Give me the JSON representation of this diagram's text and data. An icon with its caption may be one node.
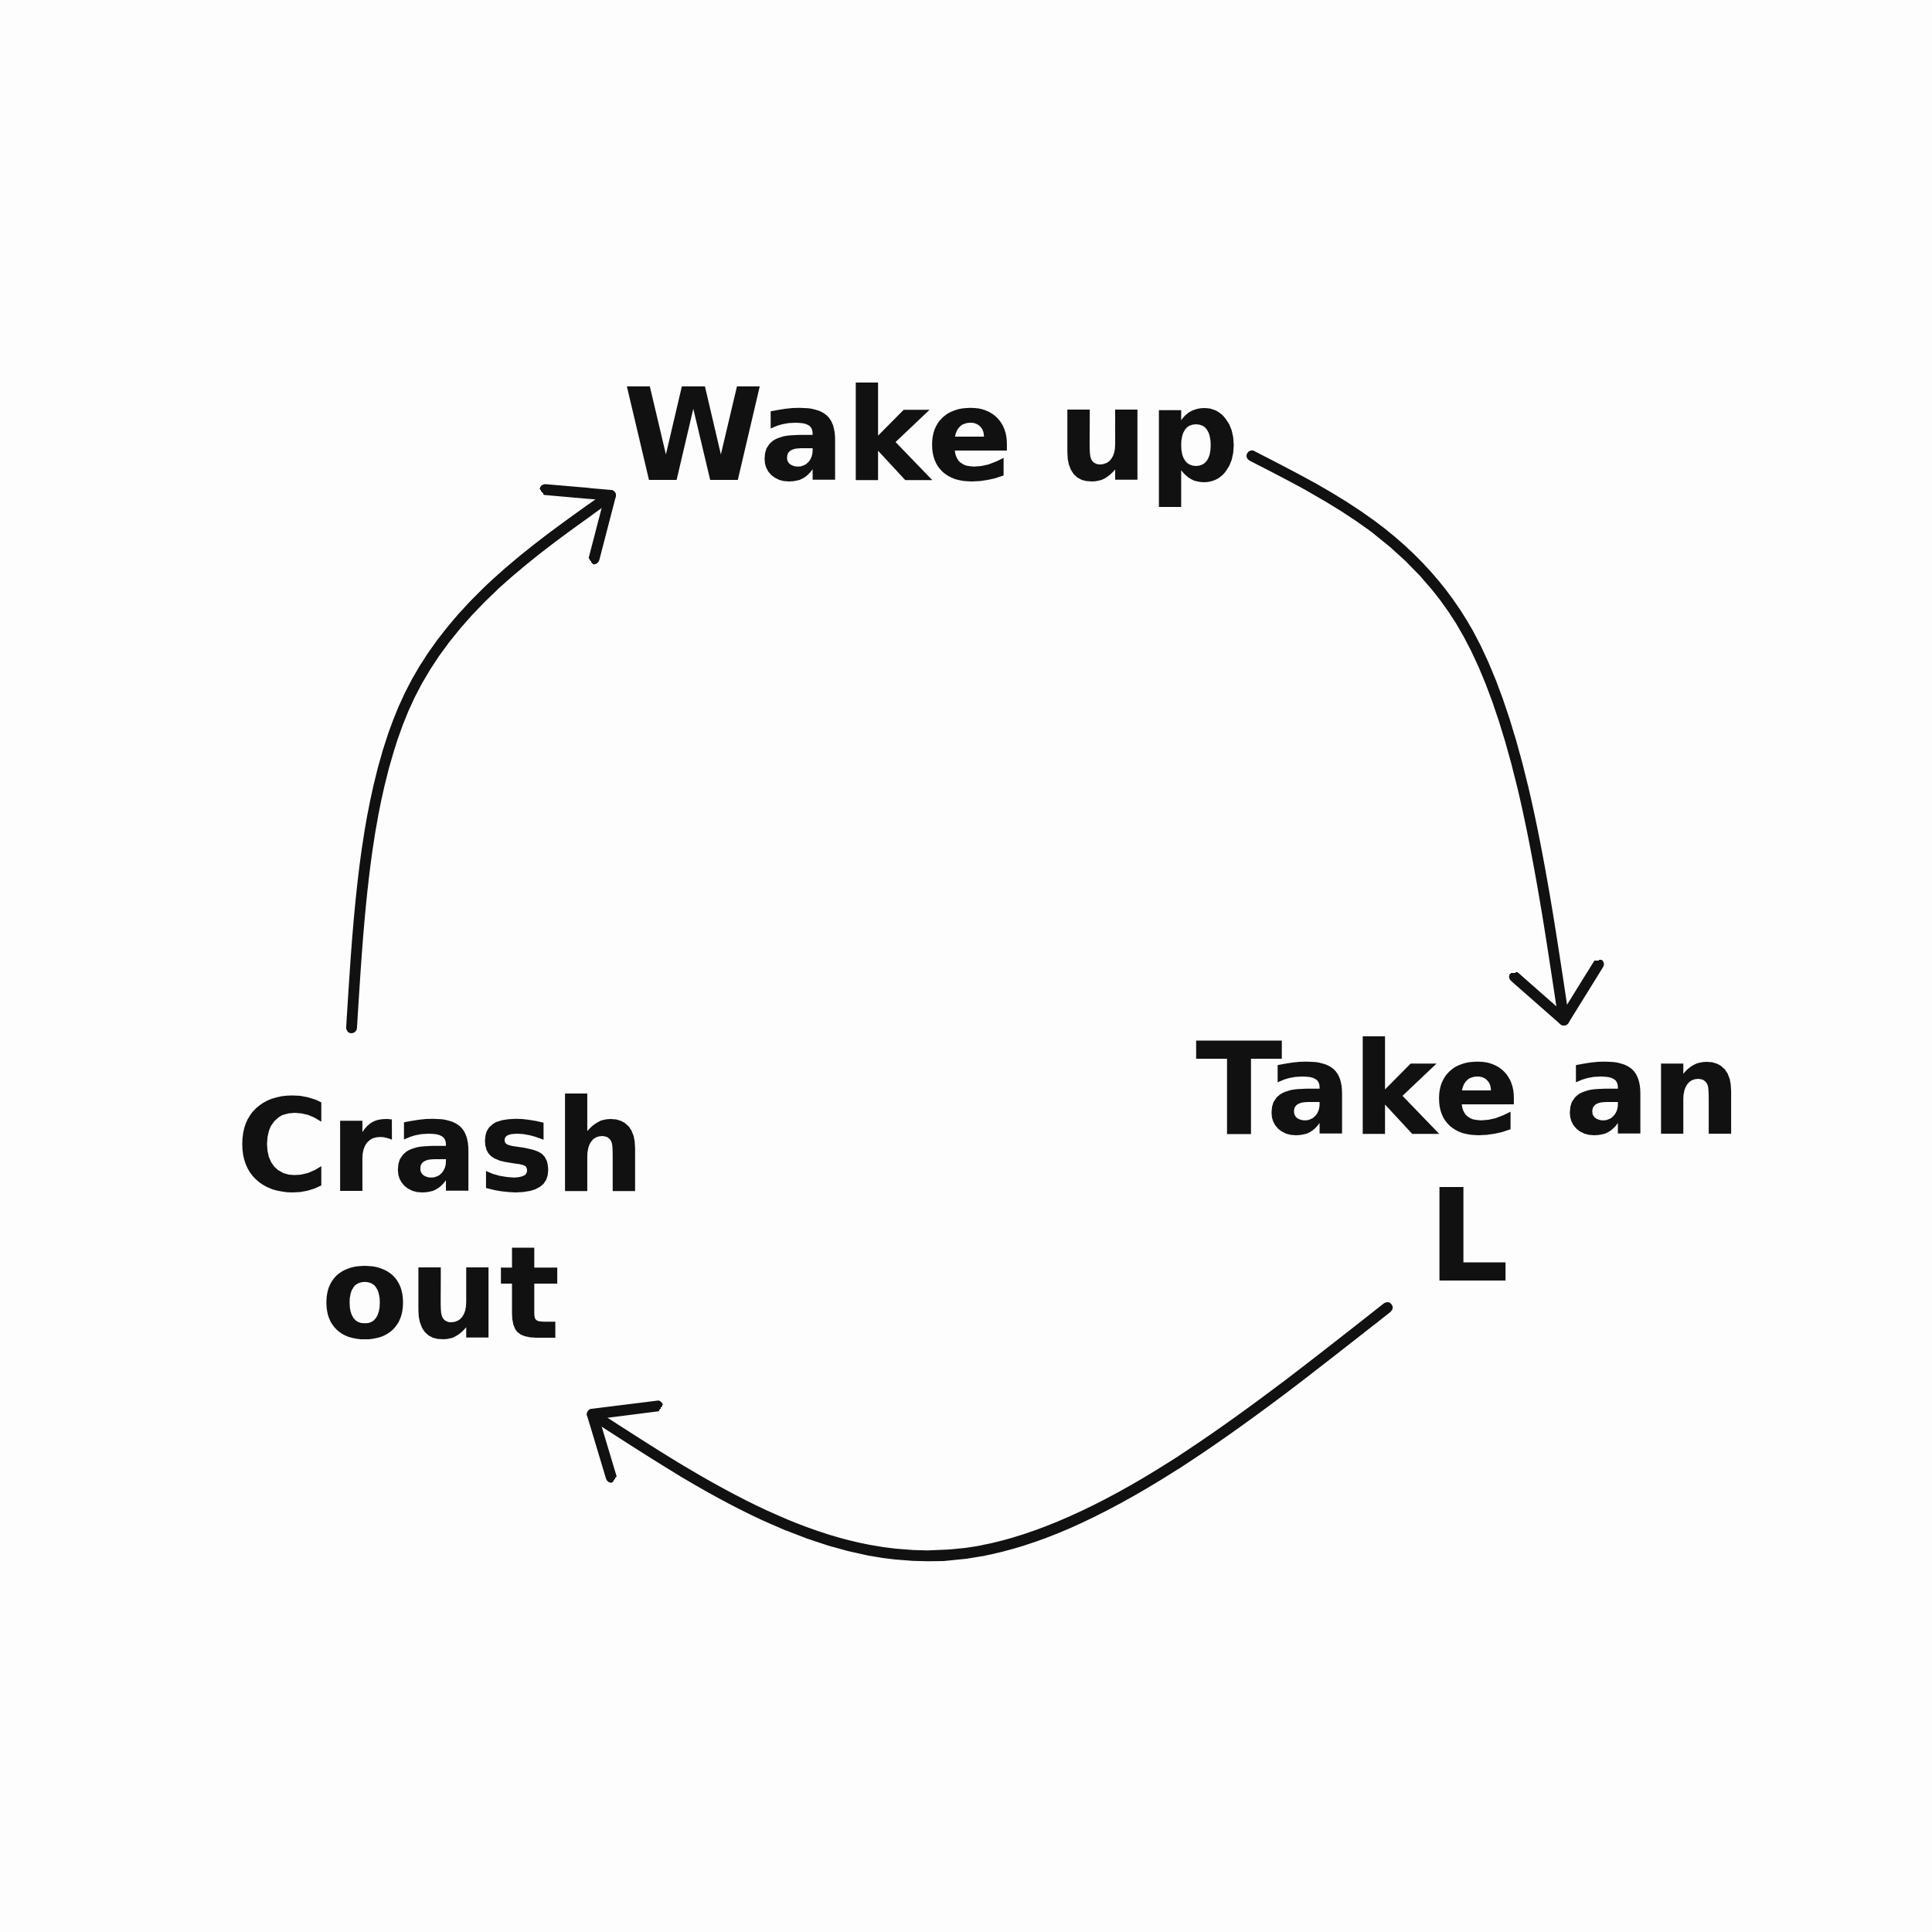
{
  "diagram": {
    "nodes": [
      {
        "text": [
          "Wake up"
        ]
      },
      {
        "text": [
          "Take an L"
        ]
      },
      {
        "text": [
          "Crash out"
        ]
      }
    ],
    "edges": [
      {
        "from": 0,
        "to": 1,
        "arrow": "to"
      },
      {
        "from": 1,
        "to": 2,
        "arrow": "to"
      },
      {
        "from": 2,
        "to": 0,
        "arrow": "to"
      }
    ]
  }
}
